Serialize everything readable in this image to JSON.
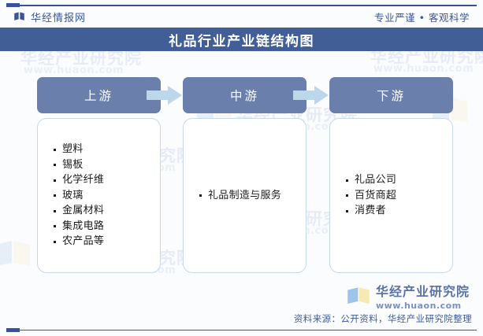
{
  "header": {
    "brand_name": "华经情报网",
    "brand_icon": "book-logo-icon",
    "slogan": "专业严谨 • 客观科学"
  },
  "title": "礼品行业产业链结构图",
  "diagram": {
    "type": "industry-chain",
    "arrow_icon": "right-arrow-icon",
    "stages": [
      {
        "label": "上游",
        "items": [
          "塑料",
          "锡板",
          "化学纤维",
          "玻璃",
          "金属材料",
          "集成电路",
          "农产品等"
        ]
      },
      {
        "label": "中游",
        "items": [
          "礼品制造与服务"
        ]
      },
      {
        "label": "下游",
        "items": [
          "礼品公司",
          "百货商超",
          "消费者"
        ]
      }
    ]
  },
  "footer": {
    "source": "资料来源：公开资料，华经产业研究院整理",
    "logo_cn": "华经产业研究院",
    "logo_url": "www.huaon.com",
    "logo_icon": "book-logo-icon"
  },
  "watermark": {
    "cn": "华经产业研究院",
    "url": "www.huaon.com"
  },
  "colors": {
    "title_band": "#415E97",
    "stage_head": "#6A7FAB",
    "arrow": "#BDD7EA",
    "card_border": "#C5D9EA",
    "brand_blue": "#3A5694",
    "page_bg": "#FBFCFE"
  }
}
